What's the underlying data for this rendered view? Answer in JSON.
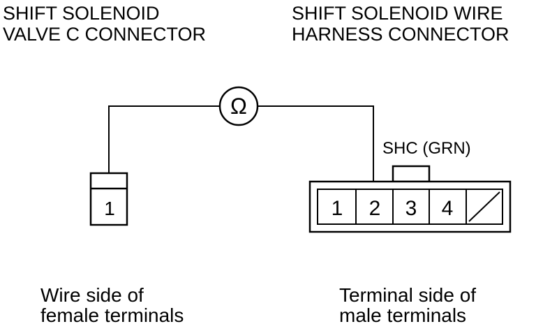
{
  "titles": {
    "left_line1": "SHIFT SOLENOID",
    "left_line2": "VALVE C CONNECTOR",
    "right_line1": "SHIFT SOLENOID WIRE",
    "right_line2": "HARNESS CONNECTOR"
  },
  "meter": {
    "symbol": "Ω"
  },
  "female_connector": {
    "terminal": "1"
  },
  "male_connector": {
    "wire_label": "SHC (GRN)",
    "terminals": [
      "1",
      "2",
      "3",
      "4"
    ]
  },
  "captions": {
    "left_line1": "Wire side of",
    "left_line2": "female terminals",
    "right_line1": "Terminal side of",
    "right_line2": "male terminals"
  }
}
